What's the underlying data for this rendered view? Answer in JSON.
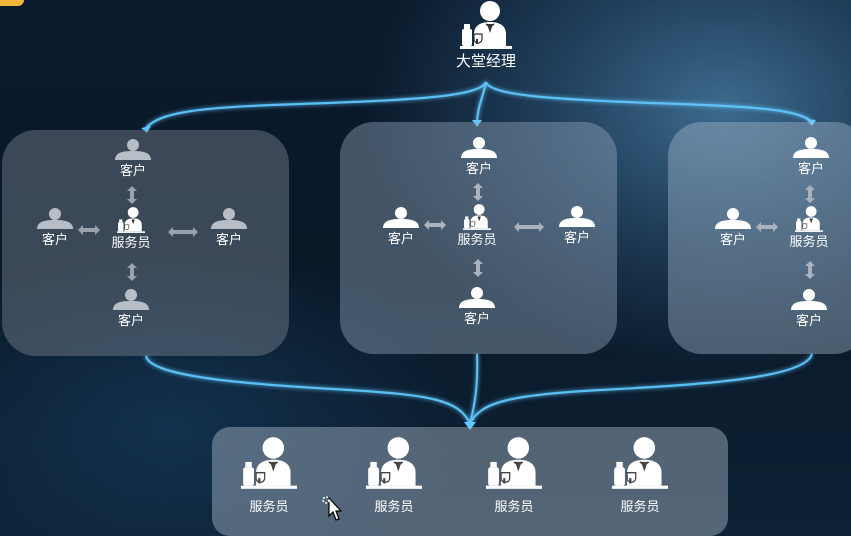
{
  "manager": {
    "label": "大堂经理",
    "icon": "waiter-with-bottle-icon"
  },
  "groups": [
    {
      "top": "客户",
      "left": "客户",
      "center": "服务员",
      "right": "客户",
      "bottom": "客户"
    },
    {
      "top": "客户",
      "left": "客户",
      "center": "服务员",
      "right": "客户",
      "bottom": "客户"
    },
    {
      "top": "客户",
      "left": "客户",
      "center": "服务员",
      "right": "",
      "bottom": "客户"
    }
  ],
  "waiters": [
    "服务员",
    "服务员",
    "服务员",
    "服务员"
  ],
  "icons": {
    "customer": "customer-person-icon",
    "waiter": "waiter-with-bottle-icon",
    "arrow": "double-arrow-icon"
  },
  "colors": {
    "link": "#5fc8ff",
    "accent": "#f2b63a"
  }
}
